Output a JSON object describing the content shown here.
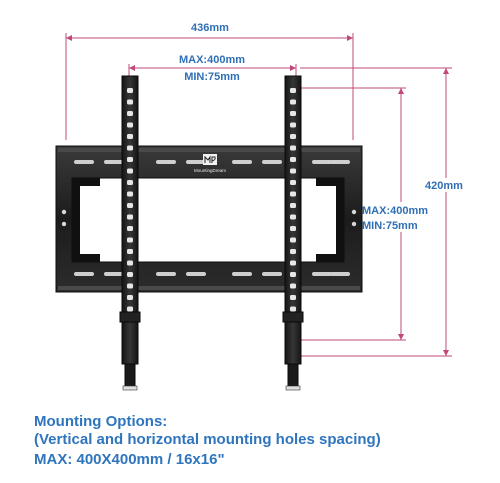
{
  "dimensions": {
    "total_width": "436mm",
    "horizontal_max": "MAX:400mm",
    "horizontal_min": "MIN:75mm",
    "total_height": "420mm",
    "vertical_max": "MAX:400mm",
    "vertical_min": "MIN:75mm"
  },
  "logo": {
    "brand_text": "MountingDream"
  },
  "caption": {
    "line1": "Mounting Options:",
    "line2": "(Vertical and horizontal mounting holes spacing)",
    "line3": "MAX: 400X400mm / 16x16\""
  },
  "colors": {
    "dimension_line": "#c0487a",
    "dimension_text": "#2f6fb5",
    "caption_text": "#2f75bd",
    "metal": "#232323"
  }
}
